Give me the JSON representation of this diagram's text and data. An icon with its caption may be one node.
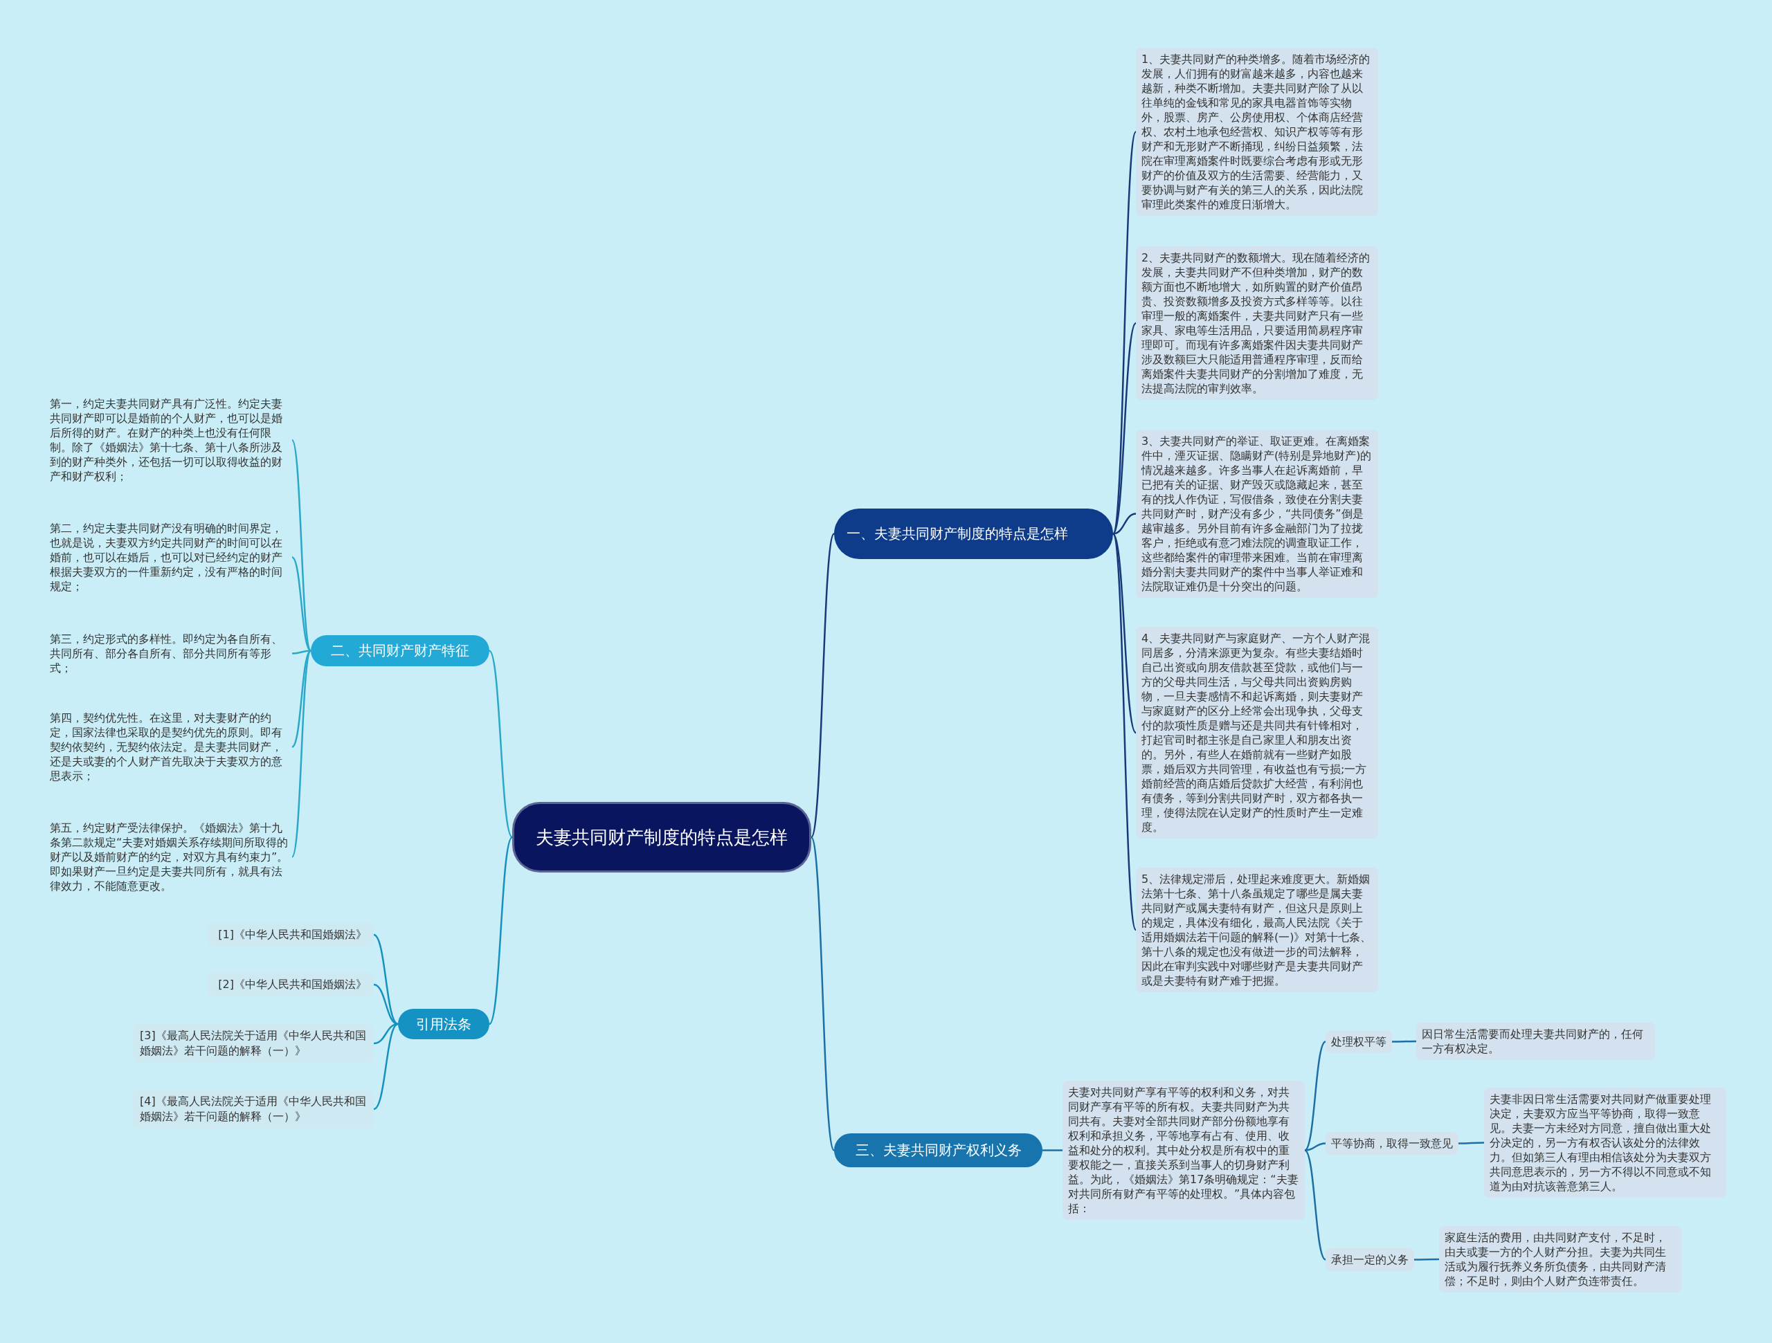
{
  "diagram": {
    "nodes": [
      {
        "text": [
          "夫妻共同财产制度的特点是怎样"
        ]
      },
      {
        "text": [
          "一、夫妻共同财产制度的特点是怎样"
        ]
      },
      {
        "text": [
          "1、夫妻共同财产的种类增多。随着市场经济的发展，人们拥有的财富越来越多，内容也越来越新，种类不断增加。夫妻共同财产除了从以往单纯的金钱和常见的家具电器首饰等实物外，股票、房产、公房使用权、个体商店经营权、农村土地承包经营权、知识产权等等有形财产和无形财产不断捅现，纠纷日益频繁，法院在审理离婚案件时既要综合考虑有形或无形财产的价值及双方的生活需要、经营能力，又要协调与财产有关的第三人的关系，因此法院审理此类案件的难度日渐增大。"
        ]
      },
      {
        "text": [
          "2、夫妻共同财产的数额增大。现在随着经济的发展，夫妻共同财产不但种类增加，财产的数额方面也不断地增大，如所购置的财产价值昂贵、投资数额增多及投资方式多样等等。以往审理一般的离婚案件，夫妻共同财产只有一些家具、家电等生活用品，只要适用简易程序审理即可。而现有许多离婚案件因夫妻共同财产涉及数额巨大只能适用普通程序审理，反而给离婚案件夫妻共同财产的分割增加了难度，无法提高法院的审判效率。"
        ]
      },
      {
        "text": [
          "3、夫妻共同财产的举证、取证更难。在离婚案件中，湮灭证据、隐瞒财产(特别是异地财产)的情况越来越多。许多当事人在起诉离婚前，早已把有关的证据、财产毁灭或隐藏起来，甚至有的找人作伪证，写假借条，致使在分割夫妻共同财产时，财产没有多少，“共同债务”倒是越审越多。另外目前有许多金融部门为了拉拢客户，拒绝或有意刁难法院的调查取证工作，这些都给案件的审理带来困难。当前在审理离婚分割夫妻共同财产的案件中当事人举证难和法院取证难仍是十分突出的问题。"
        ]
      },
      {
        "text": [
          "4、夫妻共同财产与家庭财产、一方个人财产混同居多，分清来源更为复杂。有些夫妻结婚时自己出资或向朋友借款甚至贷款，或他们与一方的父母共同生活，与父母共同出资购房购物，一旦夫妻感情不和起诉离婚，则夫妻财产与家庭财产的区分上经常会出现争执，父母支付的款项性质是赠与还是共同共有针锋相对，打起官司时都主张是自己家里人和朋友出资的。另外，有些人在婚前就有一些财产如股票，婚后双方共同管理，有收益也有亏损;一方婚前经营的商店婚后贷款扩大经营，有利润也有债务，等到分割共同财产时，双方都各执一理，使得法院在认定财产的性质时产生一定难度。"
        ]
      },
      {
        "text": [
          "5、法律规定滞后，处理起来难度更大。新婚姻法第十七条、第十八条虽规定了哪些是属夫妻共同财产或属夫妻特有财产，但这只是原则上的规定，具体没有细化，最高人民法院《关于适用婚姻法若干问题的解释(一)》对第十七条、第十八条的规定也没有做进一步的司法解释，因此在审判实践中对哪些财产是夫妻共同财产或是夫妻特有财产难于把握。"
        ]
      },
      {
        "text": [
          "二、共同财产财产特征"
        ]
      },
      {
        "text": [
          "第一，约定夫妻共同财产具有广泛性。约定夫妻共同财产即可以是婚前的个人财产，也可以是婚后所得的财产。在财产的种类上也没有任何限制。除了《婚姻法》第十七条、第十八条所涉及到的财产种类外，还包括一切可以取得收益的财产和财产权利；"
        ]
      },
      {
        "text": [
          "第二，约定夫妻共同财产没有明确的时间界定，也就是说，夫妻双方约定共同财产的时间可以在婚前，也可以在婚后，也可以对已经约定的财产根据夫妻双方的一件重新约定，没有严格的时间规定；"
        ]
      },
      {
        "text": [
          "第三，约定形式的多样性。即约定为各自所有、共同所有、部分各自所有、部分共同所有等形式；"
        ]
      },
      {
        "text": [
          "第四，契约优先性。在这里，对夫妻财产的约定，国家法律也采取的是契约优先的原则。即有契约依契约，无契约依法定。是夫妻共同财产，还是夫或妻的个人财产首先取决于夫妻双方的意思表示；"
        ]
      },
      {
        "text": [
          "第五，约定财产受法律保护。《婚姻法》第十九条第二款规定“夫妻对婚姻关系存续期间所取得的财产以及婚前财产的约定，对双方具有约束力”。即如果财产一旦约定是夫妻共同所有，就具有法律效力，不能随意更改。"
        ]
      },
      {
        "text": [
          "引用法条"
        ]
      },
      {
        "text": [
          "[1]《中华人民共和国婚姻法》"
        ]
      },
      {
        "text": [
          "[2]《中华人民共和国婚姻法》"
        ]
      },
      {
        "text": [
          "[3]《最高人民法院关于适用《中华人民共和国婚姻法》若干问题的解释（一）》"
        ]
      },
      {
        "text": [
          "[4]《最高人民法院关于适用《中华人民共和国婚姻法》若干问题的解释（一）》"
        ]
      },
      {
        "text": [
          "三、夫妻共同财产权利义务"
        ]
      },
      {
        "text": [
          "夫妻对共同财产享有平等的权利和义务，对共同财产享有平等的所有权。夫妻共同财产为共同共有。夫妻对全部共同财产部分份额地享有权利和承担义务，平等地享有占有、使用、收益和处分的权利。其中处分权是所有权中的重要权能之一，直接关系到当事人的切身财产利益。为此，《婚姻法》第17条明确规定：“夫妻对共同所有财产有平等的处理权。”具体内容包括："
        ]
      },
      {
        "text": [
          "处理权平等"
        ]
      },
      {
        "text": [
          "因日常生活需要而处理夫妻共同财产的，任何一方有权决定。"
        ]
      },
      {
        "text": [
          "平等协商，取得一致意见"
        ]
      },
      {
        "text": [
          "夫妻非因日常生活需要对共同财产做重要处理决定，夫妻双方应当平等协商，取得一致意见。夫妻一方未经对方同意，擅自做出重大处分决定的，另一方有权否认该处分的法律效力。但如第三人有理由相信该处分为夫妻双方共同意思表示的，另一方不得以不同意或不知道为由对抗该善意第三人。"
        ]
      },
      {
        "text": [
          "承担一定的义务"
        ]
      },
      {
        "text": [
          "家庭生活的费用，由共同财产支付，不足时，由夫或妻一方的个人财产分担。夫妻为共同生活或为履行抚养义务所负债务，由共同财产清偿；不足时，则由个人财产负连带责任。"
        ]
      }
    ],
    "edges": [
      {
        "from": 0,
        "to": 1,
        "arrow": "none",
        "color": "#17397a"
      },
      {
        "from": 1,
        "to": 2,
        "arrow": "none",
        "color": "#17397a"
      },
      {
        "from": 1,
        "to": 3,
        "arrow": "none",
        "color": "#17397a"
      },
      {
        "from": 1,
        "to": 4,
        "arrow": "none",
        "color": "#17397a"
      },
      {
        "from": 1,
        "to": 5,
        "arrow": "none",
        "color": "#17397a"
      },
      {
        "from": 1,
        "to": 6,
        "arrow": "none",
        "color": "#17397a"
      },
      {
        "from": 0,
        "to": 7,
        "arrow": "none",
        "color": "#2aa7c9"
      },
      {
        "from": 7,
        "to": 8,
        "arrow": "none",
        "color": "#2aa7c9"
      },
      {
        "from": 7,
        "to": 9,
        "arrow": "none",
        "color": "#2aa7c9"
      },
      {
        "from": 7,
        "to": 10,
        "arrow": "none",
        "color": "#2aa7c9"
      },
      {
        "from": 7,
        "to": 11,
        "arrow": "none",
        "color": "#2aa7c9"
      },
      {
        "from": 7,
        "to": 12,
        "arrow": "none",
        "color": "#2aa7c9"
      },
      {
        "from": 0,
        "to": 13,
        "arrow": "none",
        "color": "#1591c0"
      },
      {
        "from": 13,
        "to": 14,
        "arrow": "none",
        "color": "#1591c0"
      },
      {
        "from": 13,
        "to": 15,
        "arrow": "none",
        "color": "#1591c0"
      },
      {
        "from": 13,
        "to": 16,
        "arrow": "none",
        "color": "#1591c0"
      },
      {
        "from": 13,
        "to": 17,
        "arrow": "none",
        "color": "#1591c0"
      },
      {
        "from": 0,
        "to": 18,
        "arrow": "none"
      },
      {
        "from": 18,
        "to": 19,
        "arrow": "none"
      },
      {
        "from": 19,
        "to": 20,
        "arrow": "none"
      },
      {
        "from": 20,
        "to": 21,
        "arrow": "none"
      },
      {
        "from": 19,
        "to": 22,
        "arrow": "none"
      },
      {
        "from": 22,
        "to": 23,
        "arrow": "none"
      },
      {
        "from": 19,
        "to": 24,
        "arrow": "none"
      },
      {
        "from": 24,
        "to": 25,
        "arrow": "none"
      }
    ]
  }
}
